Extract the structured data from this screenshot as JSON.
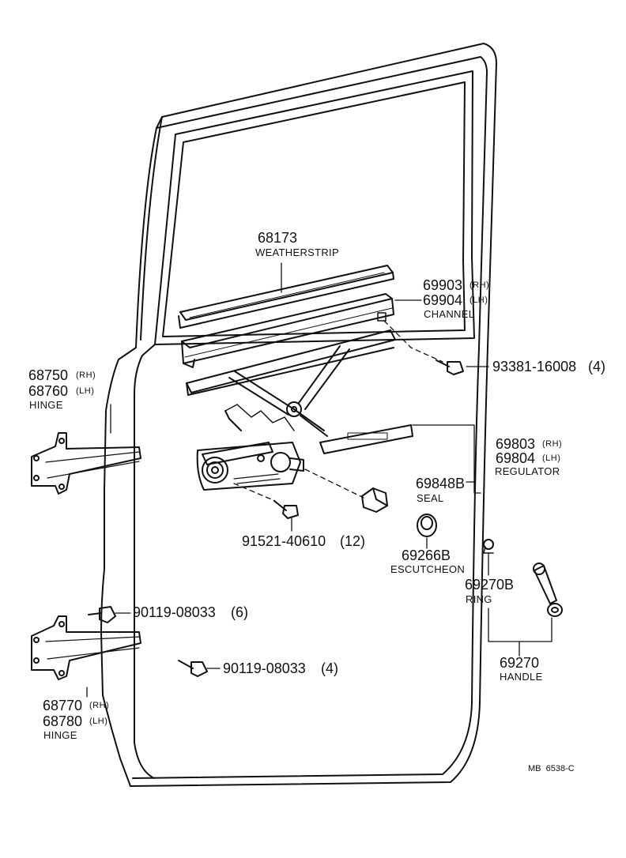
{
  "parts": {
    "weatherstrip": {
      "number": "68173",
      "name": "WEATHERSTRIP"
    },
    "channel": {
      "number_rh": "69903",
      "side_rh": "(RH)",
      "number_lh": "69904",
      "side_lh": "(LH)",
      "name": "CHANNEL"
    },
    "channel_bolt": {
      "number": "93381-16008",
      "qty": "(4)"
    },
    "upper_hinge": {
      "number_rh": "68750",
      "side_rh": "(RH)",
      "number_lh": "68760",
      "side_lh": "(LH)",
      "name": "HINGE"
    },
    "regulator": {
      "number_rh": "69803",
      "side_rh": "(RH)",
      "number_lh": "69804",
      "side_lh": "(LH)",
      "name": "REGULATOR"
    },
    "seal": {
      "number": "69848B",
      "name": "SEAL"
    },
    "regulator_bolt": {
      "number": "91521-40610",
      "qty": "(12)"
    },
    "escutcheon": {
      "number": "69266B",
      "name": "ESCUTCHEON"
    },
    "ring": {
      "number": "69270B",
      "name": "RING"
    },
    "hinge_bolt_upper": {
      "number": "90119-08033",
      "qty": "(6)"
    },
    "hinge_bolt_lower": {
      "number": "90119-08033",
      "qty": "(4)"
    },
    "handle": {
      "number": "69270",
      "name": "HANDLE"
    },
    "lower_hinge": {
      "number_rh": "68770",
      "side_rh": "(RH)",
      "number_lh": "68780",
      "side_lh": "(LH)",
      "name": "HINGE"
    }
  },
  "reference_code": "MB  6538-C"
}
